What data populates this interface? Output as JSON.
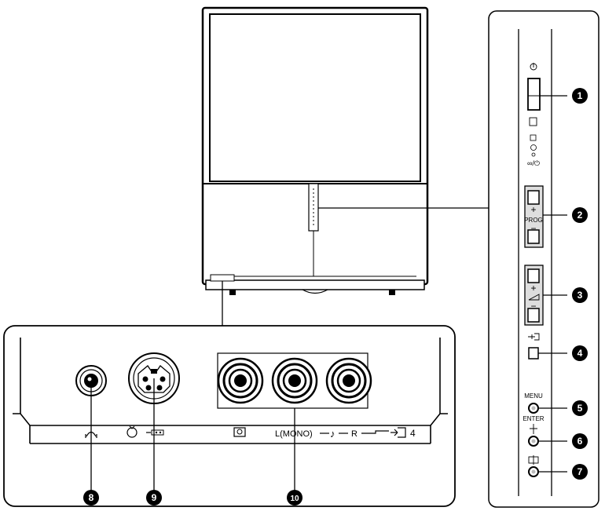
{
  "callouts": {
    "c1": "1",
    "c2": "2",
    "c3": "3",
    "c4": "4",
    "c5": "5",
    "c6": "6",
    "c7": "7",
    "c8": "8",
    "c9": "9",
    "c10": "10"
  },
  "side_panel": {
    "prog_label": "PROG",
    "plus": "+",
    "minus": "−",
    "menu_label": "MENU",
    "enter_label": "ENTER",
    "power_symbol": "⌽"
  },
  "front_panel": {
    "audio_label_left": "L(MONO)",
    "audio_label_right": "R",
    "input_number": "4"
  },
  "colors": {
    "line": "#000000",
    "panel_bg": "#ffffff",
    "inner_fill": "#dedede",
    "badge": "#000000"
  }
}
